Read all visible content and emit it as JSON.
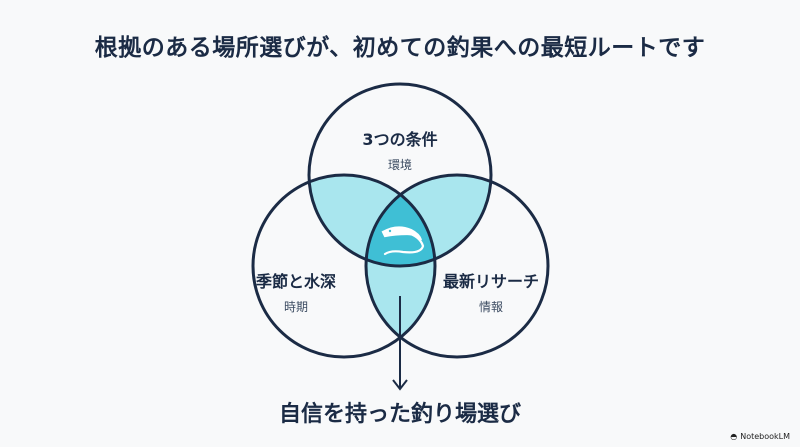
{
  "title": "根拠のある場所選びが、初めての釣果への最短ルートです",
  "circles": [
    {
      "label": "3つの条件",
      "sub": "環境"
    },
    {
      "label": "季節と水深",
      "sub": "時期"
    },
    {
      "label": "最新リサーチ",
      "sub": "情報"
    }
  ],
  "center_icon": "fish-icon",
  "result": "自信を持った釣り場選び",
  "branding": "NotebookLM",
  "colors": {
    "outline": "#1b2b45",
    "overlap": "#a9e6ee",
    "center": "#3fbfd5"
  }
}
